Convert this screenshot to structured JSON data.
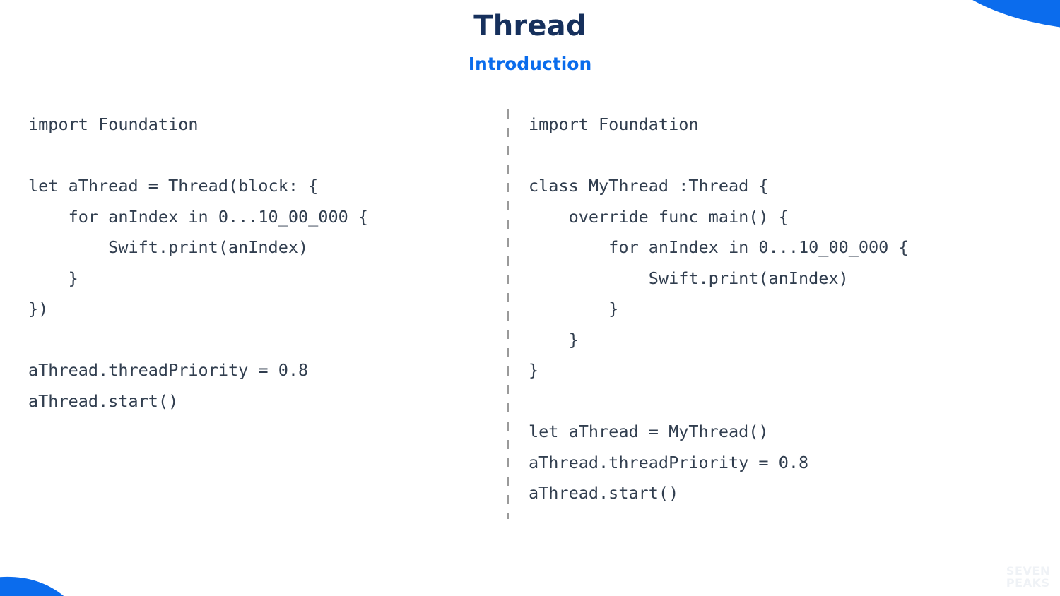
{
  "slide": {
    "title": "Thread",
    "subtitle": "Introduction",
    "background_color": "#ffffff"
  },
  "colors": {
    "title": "#16305c",
    "subtitle": "#0a6cec",
    "accent_blue": "#0a6cec",
    "code_text": "#313e4f",
    "divider": "#9a9a9a",
    "watermark": "#eff2f6"
  },
  "decorations": {
    "top_right_blob": "blue-blob-shape",
    "bottom_left_blob": "blue-blob-shape",
    "divider": "vertical-dashed-line"
  },
  "code_left": {
    "language": "swift",
    "lines": [
      "import Foundation",
      "",
      "let aThread = Thread(block: {",
      "    for anIndex in 0...10_00_000 {",
      "        Swift.print(anIndex)",
      "    }",
      "})",
      "",
      "aThread.threadPriority = 0.8",
      "aThread.start()"
    ]
  },
  "code_right": {
    "language": "swift",
    "lines": [
      "import Foundation",
      "",
      "class MyThread :Thread {",
      "    override func main() {",
      "        for anIndex in 0...10_00_000 {",
      "            Swift.print(anIndex)",
      "        }",
      "    }",
      "}",
      "",
      "let aThread = MyThread()",
      "aThread.threadPriority = 0.8",
      "aThread.start()"
    ]
  },
  "logo": {
    "line1": "SEVEN",
    "line2": "PEAKS"
  }
}
